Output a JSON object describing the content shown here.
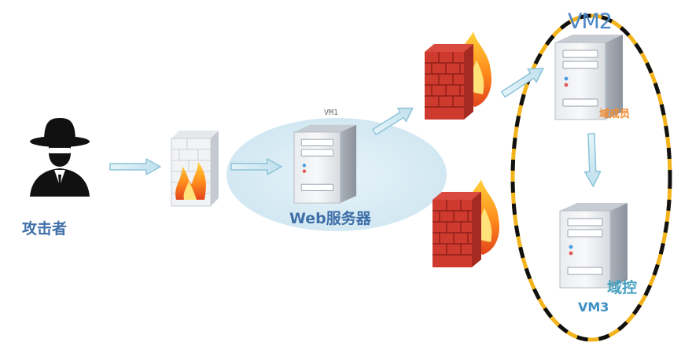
{
  "labels": {
    "attacker": "攻击者",
    "vm1": "VM1",
    "web_server": "Web服务器",
    "vm2": "VM2",
    "domain_member": "域成员",
    "domain_controller": "域控",
    "vm3": "VM3"
  },
  "colors": {
    "label_blue": "#3f6fa8",
    "member_orange": "#f08a2c",
    "arrow_fill": "#cde7f2",
    "arrow_stroke": "#8cc4d8",
    "ellipse_dash_yellow": "#f2b31b",
    "ellipse_dash_black": "#111111",
    "vm1_cloud": "#dcedf5"
  },
  "icons": [
    "attacker-icon",
    "firewall-icon",
    "server-icon",
    "arrow-icon"
  ]
}
